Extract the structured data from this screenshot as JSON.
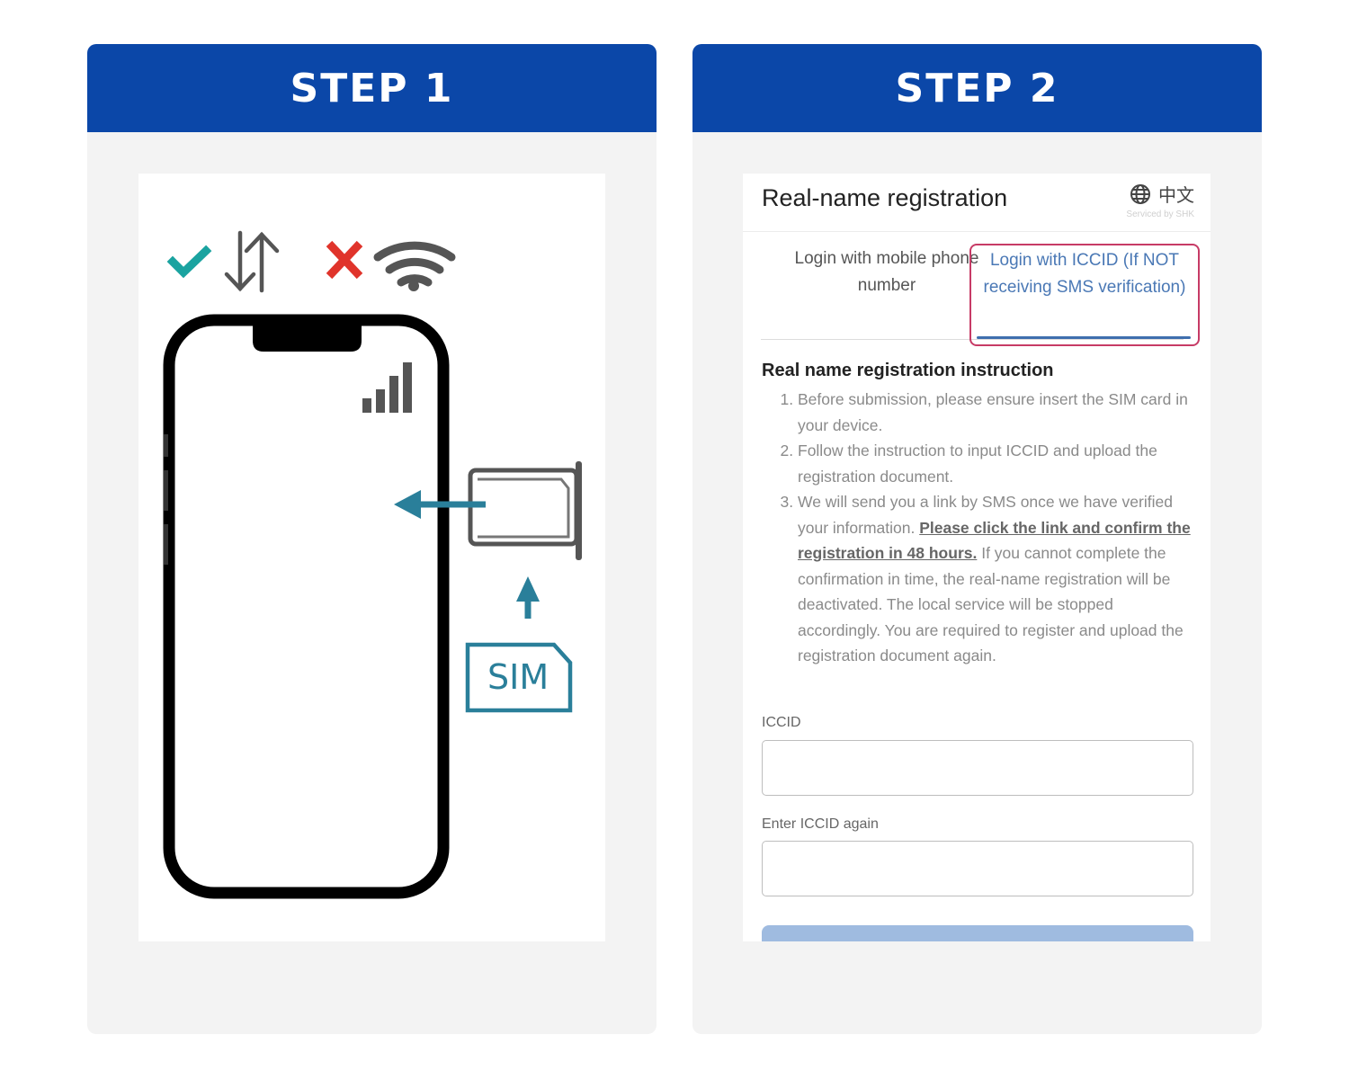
{
  "steps": [
    {
      "label": "STEP 1"
    },
    {
      "label": "STEP 2"
    }
  ],
  "step1": {
    "illustration": {
      "status_icons": [
        "check-icon",
        "mobile-data-arrows-icon",
        "cross-icon",
        "wifi-icon"
      ],
      "sim_label": "SIM",
      "colors": {
        "check": "#1aa3a0",
        "cross": "#e0342b",
        "arrow": "#2a7f9a",
        "icon_gray": "#555555"
      }
    }
  },
  "step2": {
    "title": "Real-name registration",
    "language_label": "中文",
    "served_by": "Serviced by SHK",
    "tabs": [
      {
        "label": "Login with mobile phone number",
        "active": false
      },
      {
        "label": "Login with ICCID (If NOT receiving SMS verification)",
        "active": true
      }
    ],
    "instruction_heading": "Real name registration instruction",
    "instructions": [
      {
        "text": "Before submission, please ensure insert the SIM card in your device."
      },
      {
        "text": "Follow the instruction to input ICCID and upload the registration document."
      },
      {
        "text_before": "We will send you a link by SMS once we have verified your information. ",
        "link": "Please click the link and confirm the registration in 48 hours.",
        "text_after": " If you cannot complete the confirmation in time, the real-name registration will be deactivated. The local service will be stopped accordingly. You are required to register and upload the registration document again."
      }
    ],
    "fields": [
      {
        "label": "ICCID",
        "value": "",
        "placeholder": ""
      },
      {
        "label": "Enter ICCID again",
        "value": "",
        "placeholder": ""
      }
    ],
    "colors": {
      "header_blue": "#0b47a8",
      "tab_highlight": "#c73b66",
      "tab_active_text": "#4a78b5",
      "submit": "#9fbbe0"
    }
  }
}
